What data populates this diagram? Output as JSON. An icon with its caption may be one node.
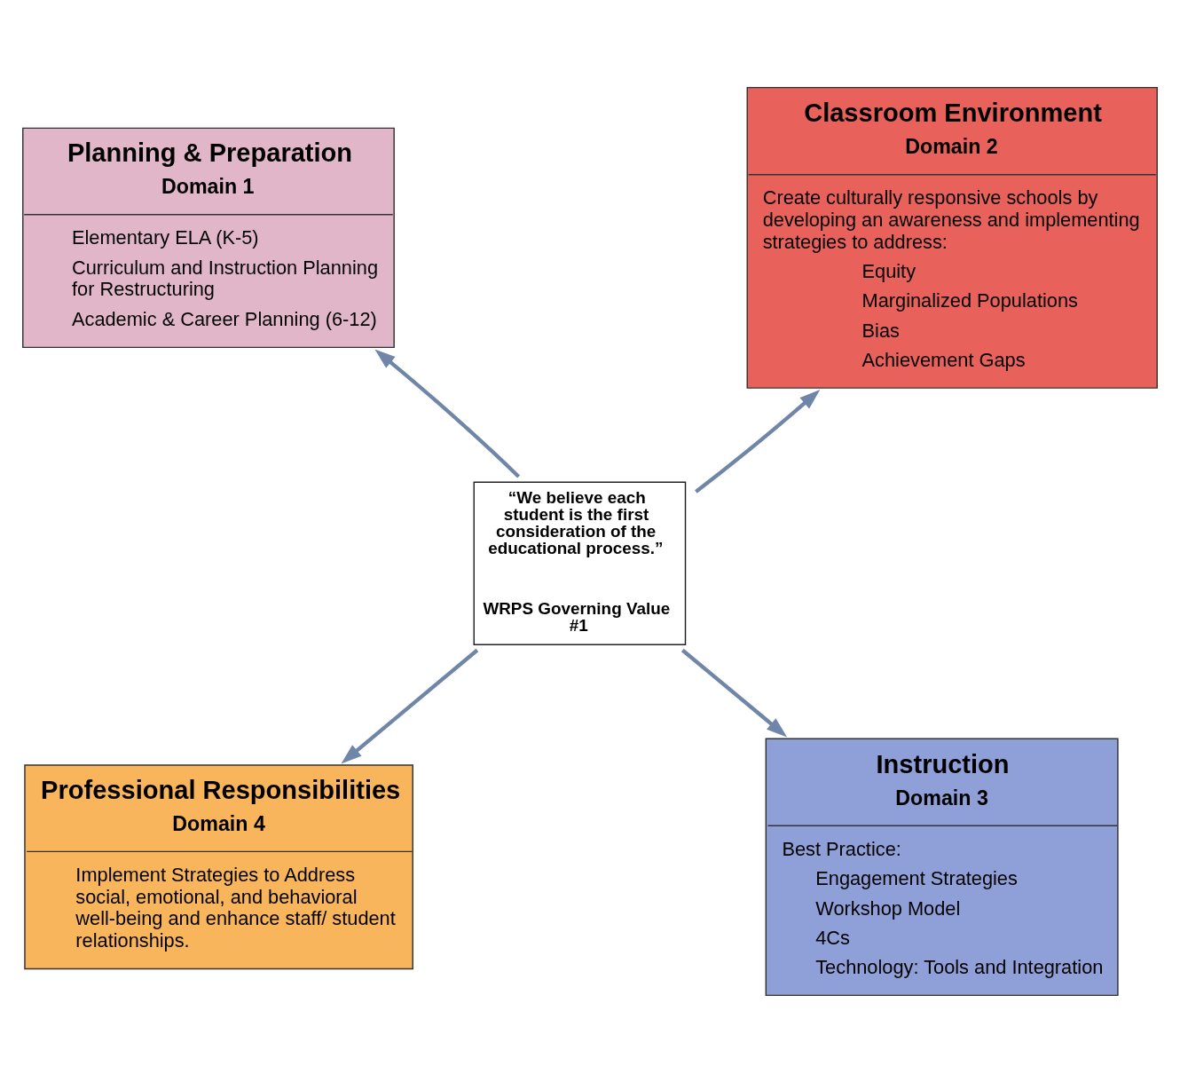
{
  "diagram": {
    "nodes": [
      {
        "text": [
          "Planning & Preparation",
          "Domain 1",
          "Elementary ELA (K-5)",
          "Curriculum and Instruction Planning for Restructuring",
          "Academic & Career Planning (6-12)"
        ]
      },
      {
        "text": [
          "Classroom Environment",
          "Domain 2",
          "Create culturally responsive schools by developing an awareness and implementing strategies to address:",
          "Equity",
          "Marginalized Populations",
          "Bias",
          "Achievement Gaps"
        ]
      },
      {
        "text": [
          "“We believe each student is the first consideration of the educational process.”",
          "WRPS Governing Value #1"
        ]
      },
      {
        "text": [
          "Professional Responsibilities",
          "Domain 4",
          "Implement Strategies to Address social, emotional, and behavioral well-being and enhance staff/ student relationships."
        ]
      },
      {
        "text": [
          "Instruction",
          "Domain 3",
          "Best Practice:",
          "Engagement Strategies",
          "Workshop Model",
          "4Cs",
          "Technology: Tools and Integration"
        ]
      }
    ],
    "edges": [
      {
        "from": 2,
        "to": 0,
        "arrow": "to"
      },
      {
        "from": 2,
        "to": 1,
        "arrow": "to"
      },
      {
        "from": 2,
        "to": 3,
        "arrow": "to"
      },
      {
        "from": 2,
        "to": 4,
        "arrow": "to"
      }
    ]
  }
}
